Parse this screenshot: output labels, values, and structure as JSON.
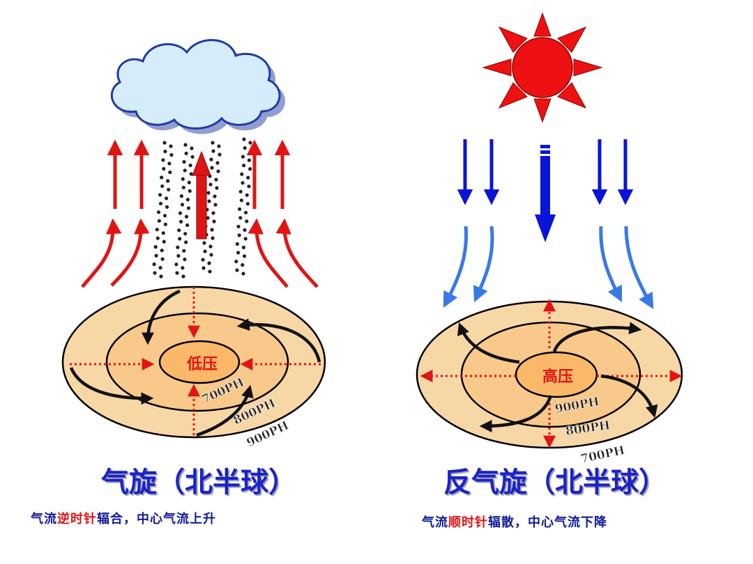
{
  "cyclone": {
    "center_label": "低压",
    "isobars": [
      "700PH",
      "800PH",
      "900PH"
    ],
    "title": "气旋（北半球）",
    "caption": {
      "part1": "气流",
      "highlight": "逆时针",
      "part2": "辐合，中心气流上升"
    }
  },
  "anticyclone": {
    "center_label": "高压",
    "isobars": [
      "900PH",
      "800PH",
      "700PH"
    ],
    "title": "反气旋（北半球）",
    "caption": {
      "part1": "气流",
      "highlight": "顺时针",
      "part2": "辐散，中心气流下降"
    }
  },
  "colors": {
    "rising_arrow": "#e11414",
    "sinking_arrow": "#0a14d8",
    "sinking_arrow_light": "#3a78e8",
    "title": "#1a22c8",
    "pressure_outer": "#f7d7a6",
    "pressure_mid": "#f8c98a",
    "pressure_inner": "#fbb868",
    "cloud": "#d6ecfb",
    "sun": "#ee1111"
  },
  "icons": [
    "cloud-icon",
    "sun-icon",
    "rain-dots"
  ]
}
